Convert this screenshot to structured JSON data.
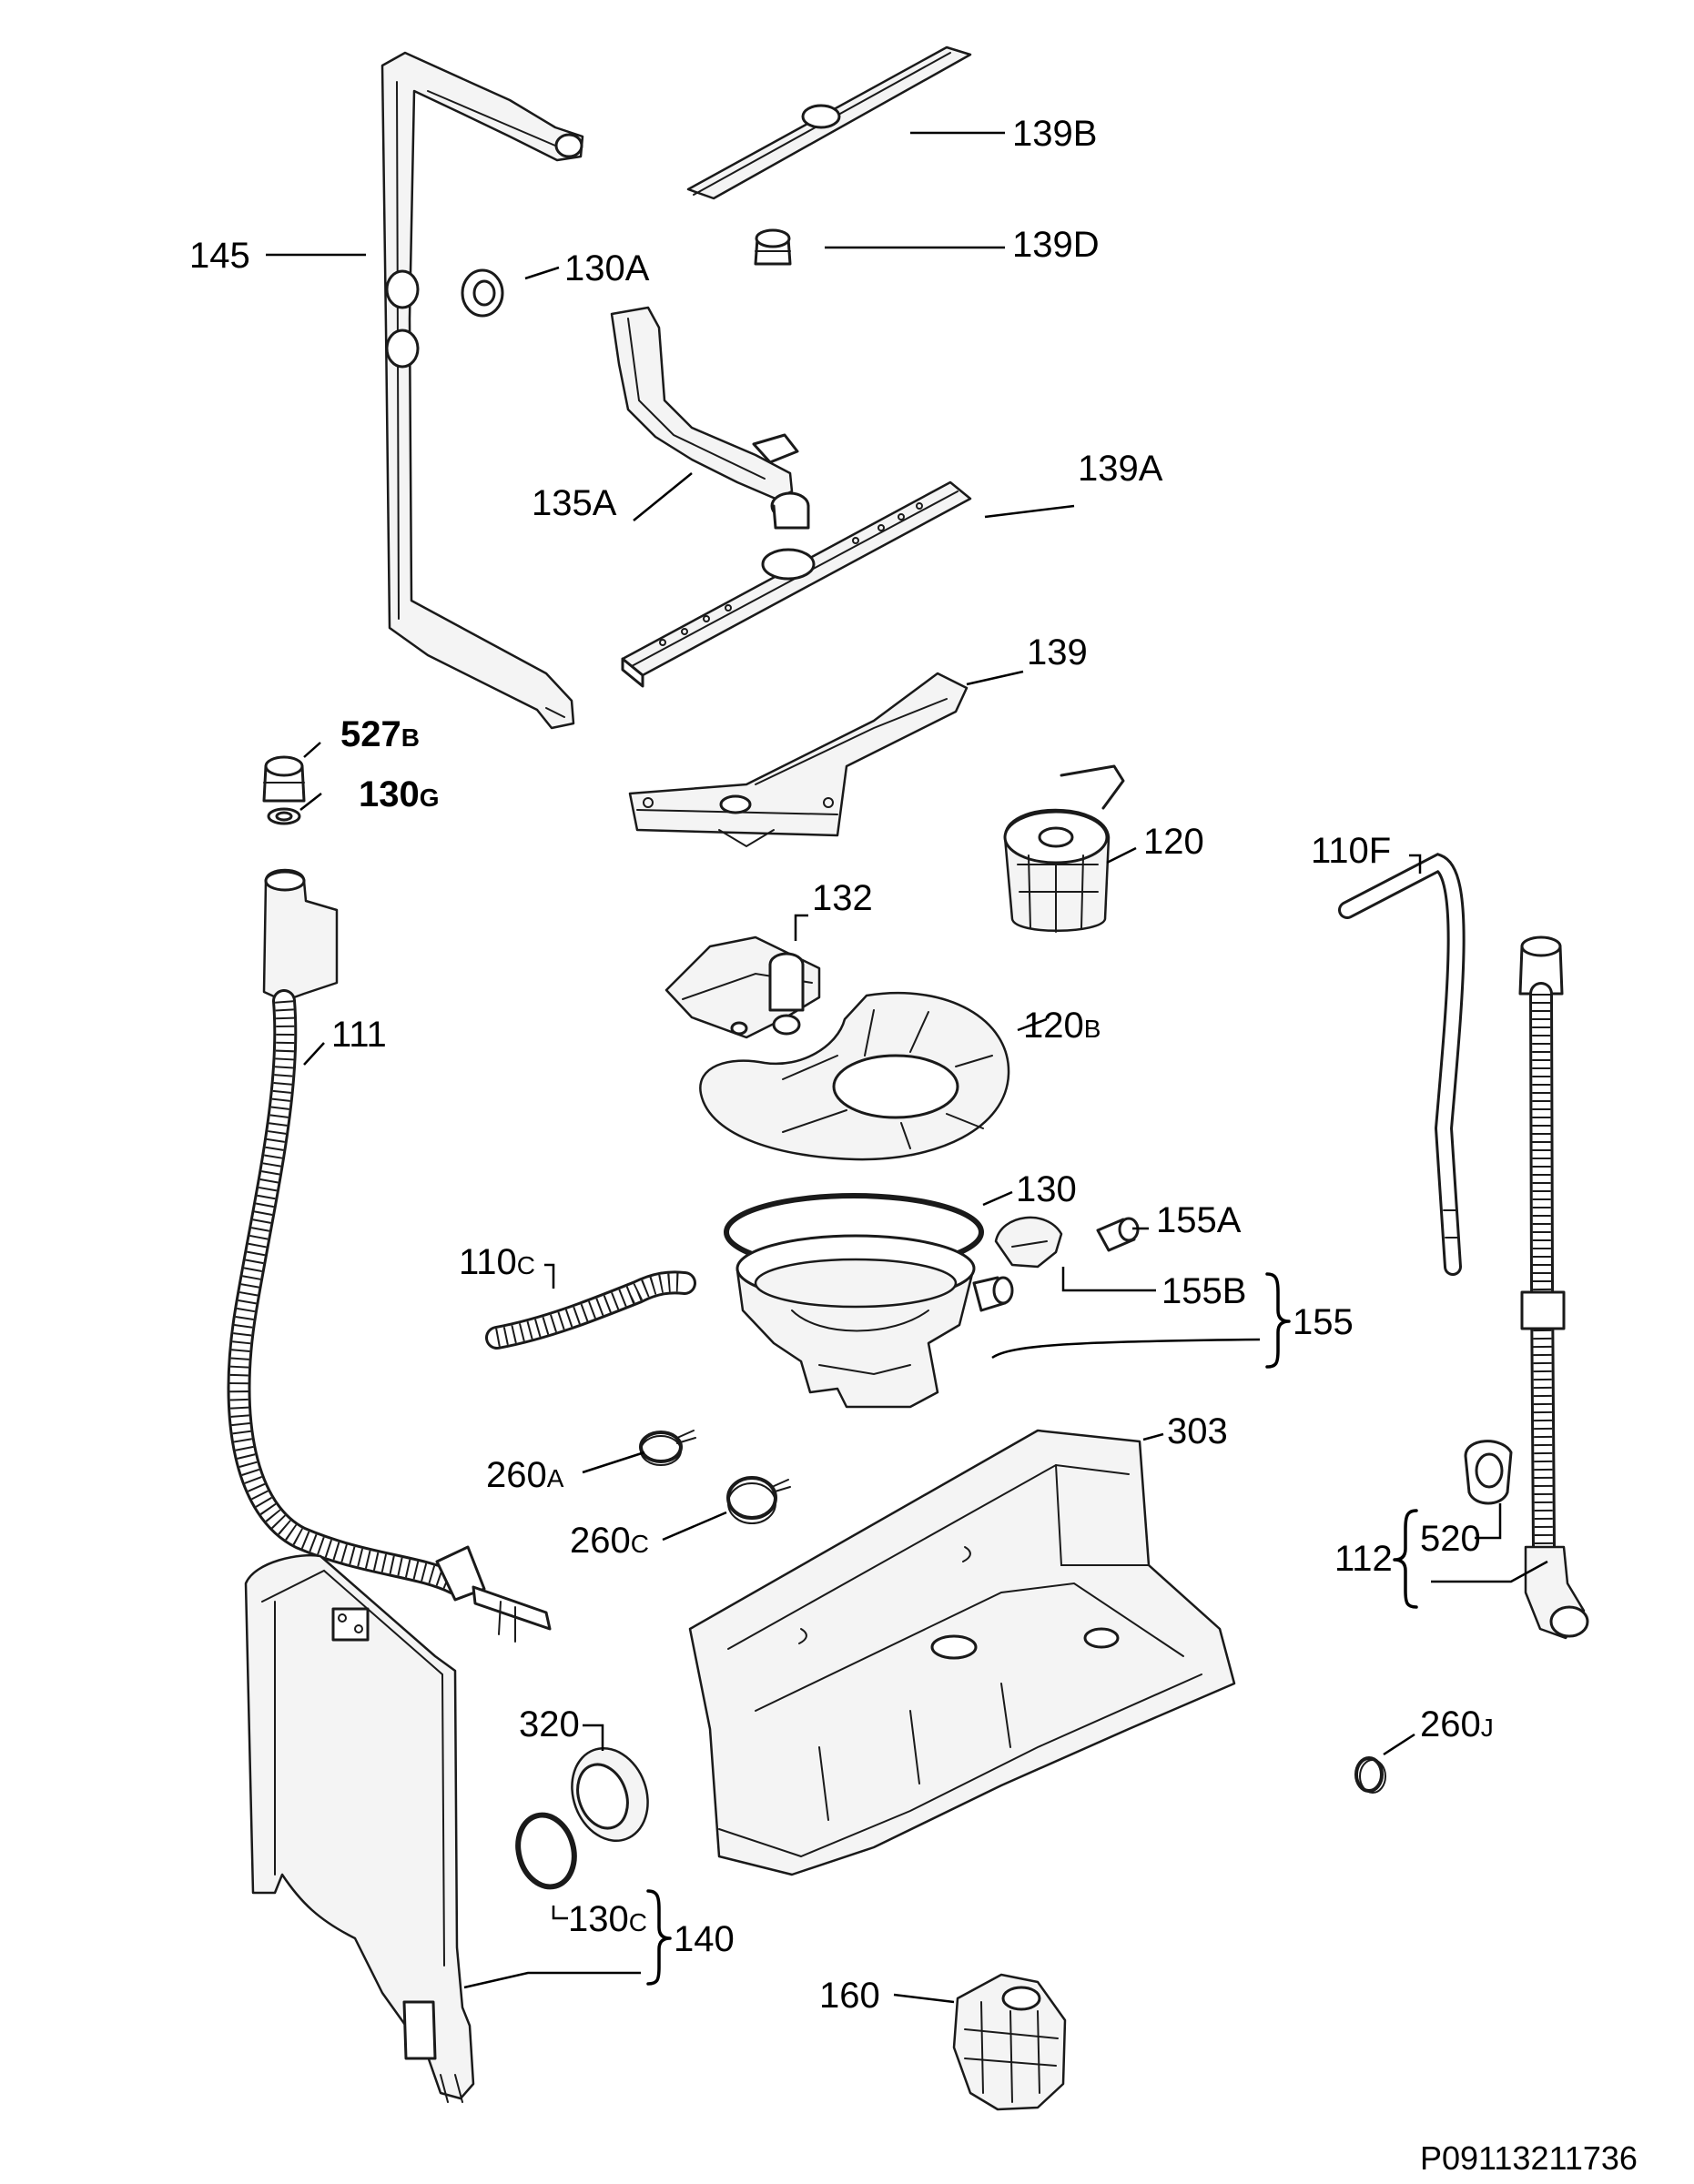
{
  "diagram": {
    "reference_code": "P09113211736",
    "labels": [
      {
        "id": "145",
        "main": "145",
        "suffix": ""
      },
      {
        "id": "130A",
        "main": "130A",
        "suffix": ""
      },
      {
        "id": "139B",
        "main": "139B",
        "suffix": ""
      },
      {
        "id": "139D",
        "main": "139D",
        "suffix": ""
      },
      {
        "id": "135A",
        "main": "135A",
        "suffix": ""
      },
      {
        "id": "139A",
        "main": "139A",
        "suffix": ""
      },
      {
        "id": "139",
        "main": "139",
        "suffix": ""
      },
      {
        "id": "527B",
        "main": "527",
        "suffix": "B"
      },
      {
        "id": "130G",
        "main": "130",
        "suffix": "G"
      },
      {
        "id": "120",
        "main": "120",
        "suffix": ""
      },
      {
        "id": "110F",
        "main": "110F",
        "suffix": ""
      },
      {
        "id": "132",
        "main": "132",
        "suffix": ""
      },
      {
        "id": "111",
        "main": "111",
        "suffix": ""
      },
      {
        "id": "120B",
        "main": "120",
        "suffix": "B"
      },
      {
        "id": "130",
        "main": "130",
        "suffix": ""
      },
      {
        "id": "155A",
        "main": "155A",
        "suffix": ""
      },
      {
        "id": "110C",
        "main": "110",
        "suffix": "C"
      },
      {
        "id": "155B",
        "main": "155B",
        "suffix": ""
      },
      {
        "id": "155",
        "main": "155",
        "suffix": ""
      },
      {
        "id": "303",
        "main": "303",
        "suffix": ""
      },
      {
        "id": "260A",
        "main": "260",
        "suffix": "A"
      },
      {
        "id": "260C",
        "main": "260",
        "suffix": "C"
      },
      {
        "id": "520",
        "main": "520",
        "suffix": ""
      },
      {
        "id": "112",
        "main": "112",
        "suffix": ""
      },
      {
        "id": "260J",
        "main": "260",
        "suffix": "J"
      },
      {
        "id": "320",
        "main": "320",
        "suffix": ""
      },
      {
        "id": "130C",
        "main": "130",
        "suffix": "C"
      },
      {
        "id": "140",
        "main": "140",
        "suffix": ""
      },
      {
        "id": "160",
        "main": "160",
        "suffix": ""
      }
    ]
  }
}
